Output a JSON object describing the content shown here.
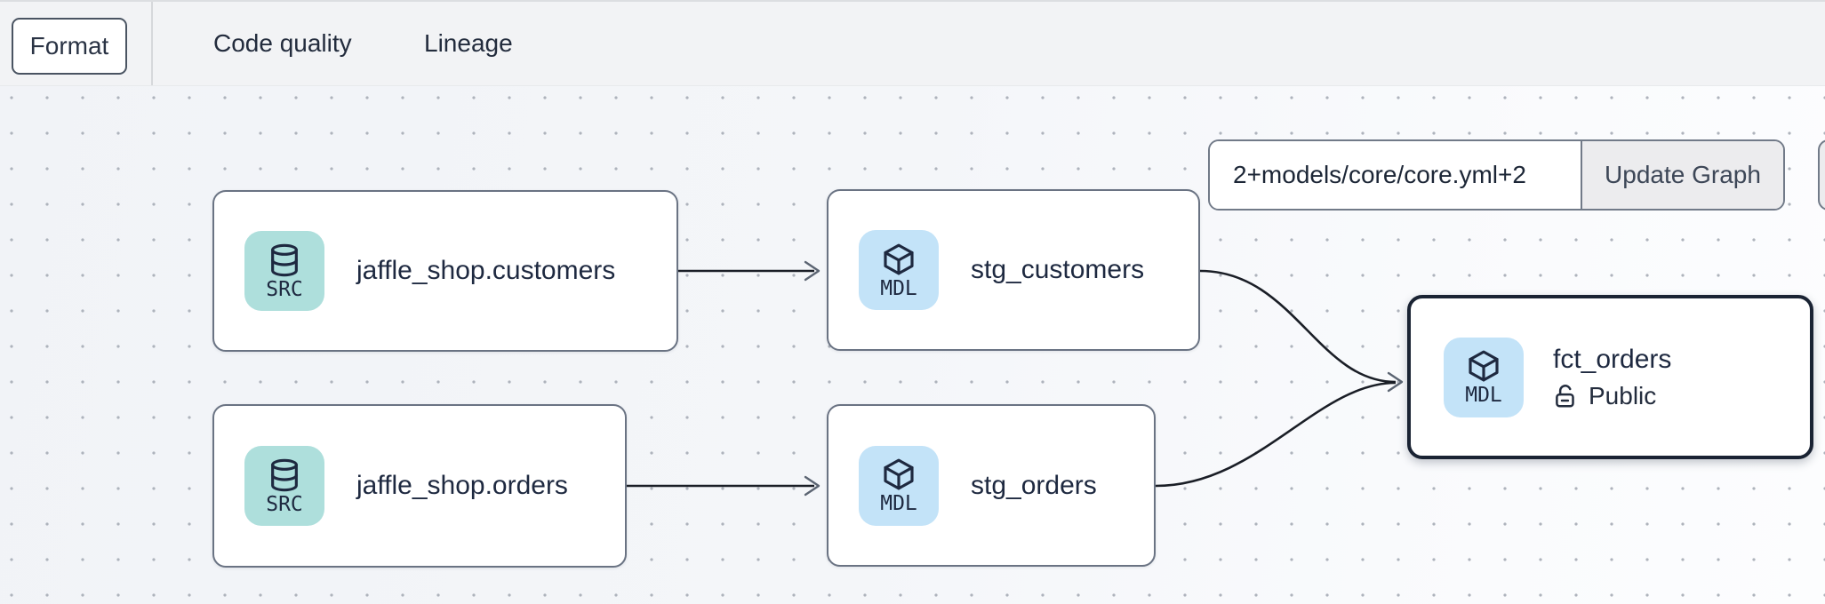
{
  "topbar": {
    "format_button": "Format",
    "tabs": [
      {
        "label": "Code quality",
        "active": false
      },
      {
        "label": "Lineage",
        "active": true
      }
    ]
  },
  "controls": {
    "selector_input_value": "2+models/core/core.yml+2",
    "update_graph_button": "Update Graph"
  },
  "graph": {
    "nodes": [
      {
        "id": "jaffle_shop.customers",
        "type": "source",
        "badge": "SRC",
        "icon": "database-icon",
        "title": "jaffle_shop.customers"
      },
      {
        "id": "stg_customers",
        "type": "model",
        "badge": "MDL",
        "icon": "cube-icon",
        "title": "stg_customers"
      },
      {
        "id": "jaffle_shop.orders",
        "type": "source",
        "badge": "SRC",
        "icon": "database-icon",
        "title": "jaffle_shop.orders"
      },
      {
        "id": "stg_orders",
        "type": "model",
        "badge": "MDL",
        "icon": "cube-icon",
        "title": "stg_orders"
      },
      {
        "id": "fct_orders",
        "type": "model",
        "badge": "MDL",
        "icon": "cube-icon",
        "title": "fct_orders",
        "access": "Public",
        "selected": true
      }
    ],
    "edges": [
      {
        "from": "jaffle_shop.customers",
        "to": "stg_customers"
      },
      {
        "from": "jaffle_shop.orders",
        "to": "stg_orders"
      },
      {
        "from": "stg_customers",
        "to": "fct_orders"
      },
      {
        "from": "stg_orders",
        "to": "fct_orders"
      }
    ],
    "colors": {
      "source_badge_bg": "#aedfdc",
      "model_badge_bg": "#c3e3f8",
      "node_border": "#6a7383",
      "selected_node_border": "#1a2333",
      "edge": "#1a1e26",
      "text": "#1e2940",
      "tab_underline": "#99a1ac"
    }
  }
}
